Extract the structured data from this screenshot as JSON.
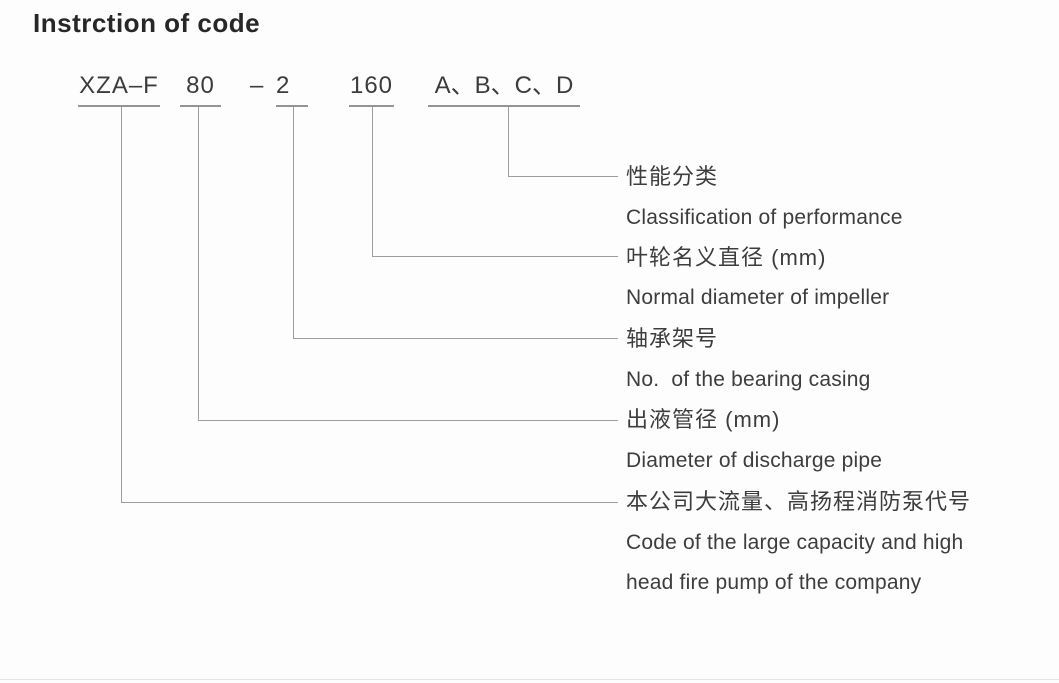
{
  "title": "Instrction of code",
  "code": {
    "full_code": "XZA–F 80 – 2 160 A、B、C、D",
    "segments": [
      {
        "text": "XZA–F"
      },
      {
        "text": "80"
      },
      {
        "text": "– 2"
      },
      {
        "text": "160"
      },
      {
        "text": "A、B、C、D"
      }
    ]
  },
  "legend": {
    "rows": [
      {
        "lang": "zh",
        "text": "性能分类"
      },
      {
        "lang": "en",
        "text": "Classification of performance"
      },
      {
        "lang": "zh",
        "text": "叶轮名义直径 (mm)"
      },
      {
        "lang": "en",
        "text": "Normal diameter of impeller"
      },
      {
        "lang": "zh",
        "text": "轴承架号"
      },
      {
        "lang": "en",
        "text": "No.  of the bearing casing"
      },
      {
        "lang": "zh",
        "text": "出液管径 (mm)"
      },
      {
        "lang": "en",
        "text": "Diameter of discharge pipe"
      },
      {
        "lang": "zh",
        "text": "本公司大流量、高扬程消防泵代号"
      },
      {
        "lang": "en",
        "text": "Code of the large capacity and high"
      },
      {
        "lang": "en",
        "text": "head fire pump of the company"
      }
    ]
  },
  "colors": {
    "line": "#9d9d9d",
    "underline": "#949494",
    "text": "#3d3d3d",
    "title": "#272727",
    "background": "#fdfdfd",
    "bottom_rule": "#e4e4e4"
  }
}
